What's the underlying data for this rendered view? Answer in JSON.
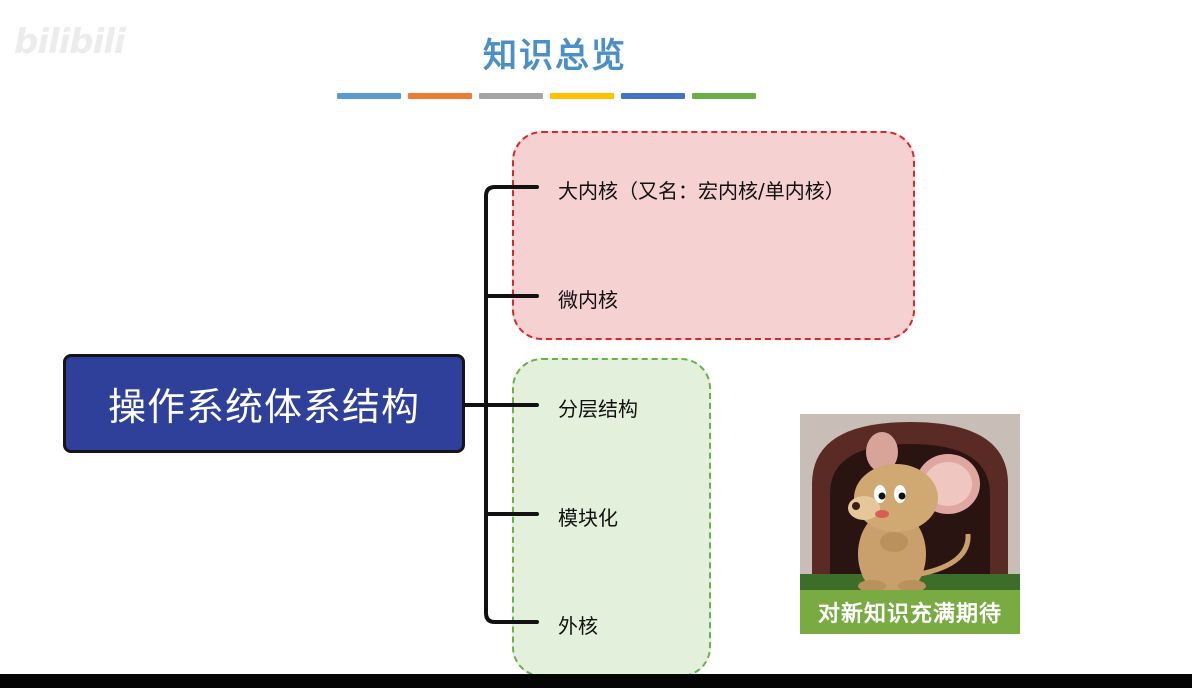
{
  "watermark": "bilibili",
  "title": "知识总览",
  "stripe_colors": [
    "#5b9bd5",
    "#ed7d31",
    "#a5a5a5",
    "#ffc000",
    "#4472c4",
    "#70ad47"
  ],
  "root": {
    "label": "操作系统体系结构",
    "color": "#2f409a"
  },
  "groups": {
    "kernel": {
      "color": "#f5d1d1",
      "border": "#d9282b",
      "items": [
        {
          "label": "大内核（又名：宏内核/单内核）"
        },
        {
          "label": "微内核"
        }
      ]
    },
    "structure": {
      "color": "#e3f0db",
      "border": "#6ab04c",
      "items": [
        {
          "label": "分层结构"
        },
        {
          "label": "模块化"
        },
        {
          "label": "外核"
        }
      ]
    }
  },
  "meme": {
    "caption": "对新知识充满期待"
  }
}
